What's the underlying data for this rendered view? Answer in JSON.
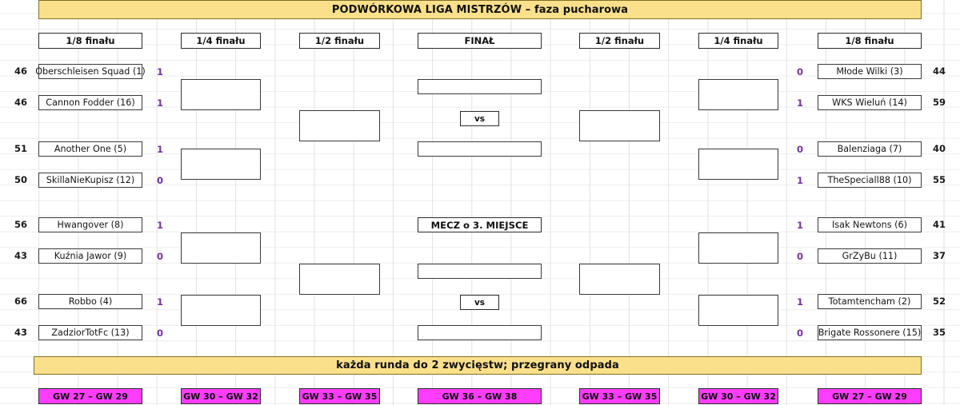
{
  "header": {
    "title": "PODWÓRKOWA LIGA MISTRZÓW – faza pucharowa"
  },
  "footer": {
    "rule": "każda runda do 2 zwycięstw; przegrany odpada"
  },
  "colors": {
    "banner_bg": "#FBE08B",
    "gameweek_bg": "#FF3DFF",
    "score_text": "#7030A0",
    "box_border": "#3A3A3A"
  },
  "round_headers": [
    {
      "label": "1/8 finału"
    },
    {
      "label": "1/4 finału"
    },
    {
      "label": "1/2 finału"
    },
    {
      "label": "FINAŁ"
    },
    {
      "label": "1/2 finału"
    },
    {
      "label": "1/4 finału"
    },
    {
      "label": "1/8 finału"
    }
  ],
  "gameweeks": [
    {
      "label": "GW 27 – GW 29"
    },
    {
      "label": "GW 30 – GW 32"
    },
    {
      "label": "GW 33 – GW 35"
    },
    {
      "label": "GW 36 – GW 38"
    },
    {
      "label": "GW 33 – GW 35"
    },
    {
      "label": "GW 30 – GW 32"
    },
    {
      "label": "GW 27 – GW 29"
    }
  ],
  "left_teams": [
    {
      "points": "46",
      "name": "Oberschleisen Squad (1)",
      "score": "1"
    },
    {
      "points": "46",
      "name": "Cannon Fodder (16)",
      "score": "1"
    },
    {
      "points": "51",
      "name": "Another One (5)",
      "score": "1"
    },
    {
      "points": "50",
      "name": "SkillaNieKupisz (12)",
      "score": "0"
    },
    {
      "points": "56",
      "name": "Hwangover (8)",
      "score": "1"
    },
    {
      "points": "43",
      "name": "Kuźnia Jawor (9)",
      "score": "0"
    },
    {
      "points": "66",
      "name": "Robbo (4)",
      "score": "1"
    },
    {
      "points": "43",
      "name": "ZadziorTotFc (13)",
      "score": "0"
    }
  ],
  "right_teams": [
    {
      "points": "44",
      "name": "Młode Wilki (3)",
      "score": "0"
    },
    {
      "points": "59",
      "name": "WKS Wieluń (14)",
      "score": "1"
    },
    {
      "points": "40",
      "name": "Balenziaga (7)",
      "score": "0"
    },
    {
      "points": "55",
      "name": "TheSpeciall88 (10)",
      "score": "1"
    },
    {
      "points": "41",
      "name": "Isak Newtons (6)",
      "score": "1"
    },
    {
      "points": "37",
      "name": "GrZyBu (11)",
      "score": "0"
    },
    {
      "points": "52",
      "name": "Totamtencham (2)",
      "score": "1"
    },
    {
      "points": "35",
      "name": "Brigate Rossonere (15)",
      "score": "0"
    }
  ],
  "center": {
    "final_vs": "vs",
    "third_place_title": "MECZ o 3. MIEJSCE",
    "third_place_vs": "vs"
  }
}
